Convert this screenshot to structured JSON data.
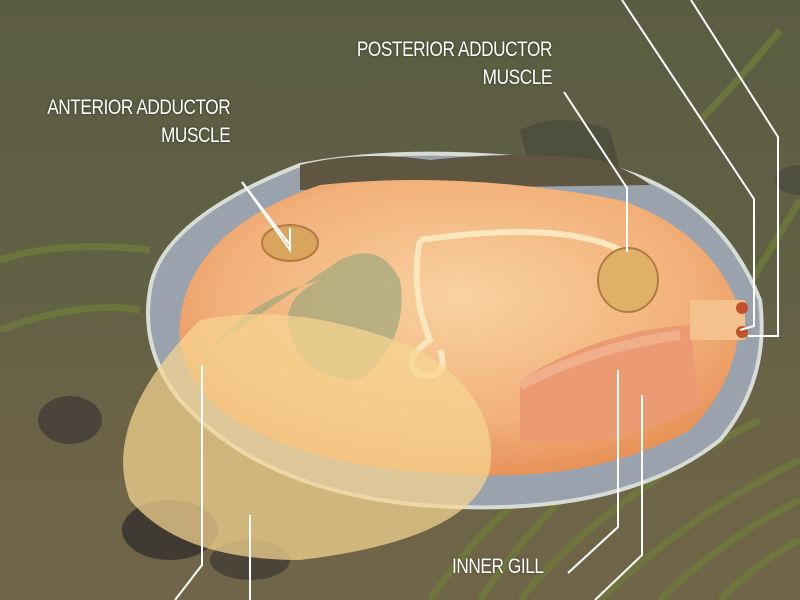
{
  "labels": {
    "anterior": {
      "line1": "ANTERIOR ADDUCTOR",
      "line2": "MUSCLE"
    },
    "posterior": {
      "line1": "POSTERIOR ADDUCTOR",
      "line2": "MUSCLE"
    },
    "inner_gill": "INNER GILL"
  },
  "colors": {
    "background_top": "#5c5d42",
    "ground": "#6f6548",
    "shell": "#9aa3ad",
    "body": "#f0a26b",
    "foot": "#f7d690",
    "leader_line": "#ffffff"
  }
}
